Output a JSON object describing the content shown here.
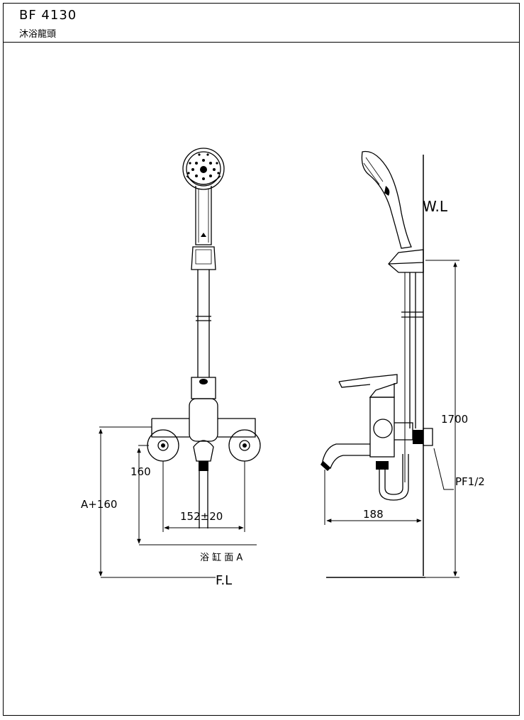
{
  "header": {
    "model": "BF 4130",
    "subtitle": "沐浴龍頭"
  },
  "labels": {
    "wl": "W.L",
    "fl": "F.L",
    "tub_surface": "浴 缸 面 A",
    "pipe_thread": "PF1/2"
  },
  "dimensions": {
    "height_tub": "160",
    "height_floor": "A+160",
    "centers": "152±20",
    "projection": "188",
    "rail_height": "1700"
  }
}
